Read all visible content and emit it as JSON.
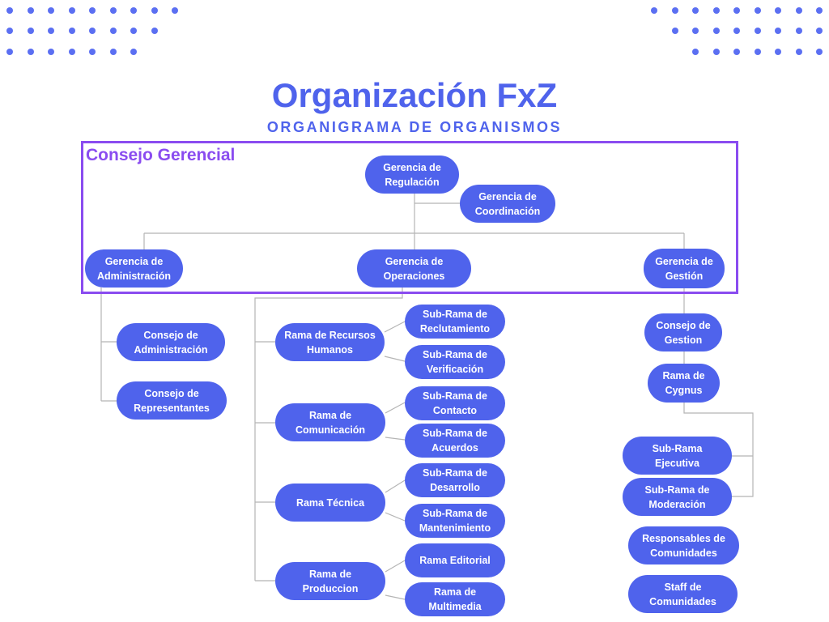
{
  "header": {
    "title": "Organización FxZ",
    "subtitle": "ORGANIGRAMA DE ORGANISMOS"
  },
  "group": {
    "label": "Consejo Gerencial"
  },
  "colors": {
    "node": "#4f63ec",
    "title": "#4f63ec",
    "group_border": "#8a4cf0",
    "connector": "#b5b5b5",
    "dots": "#5b6ff2"
  },
  "nodes": {
    "g_regulacion": {
      "label": "Gerencia de Regulación"
    },
    "g_coordinacion": {
      "label": "Gerencia de Coordinación"
    },
    "g_administracion": {
      "label": "Gerencia de Administración"
    },
    "g_operaciones": {
      "label": "Gerencia de Operaciones"
    },
    "g_gestion": {
      "label": "Gerencia de Gestión"
    },
    "c_administracion": {
      "label": "Consejo de Administración"
    },
    "c_representantes": {
      "label": "Consejo de Representantes"
    },
    "r_rrhh": {
      "label": "Rama de Recursos Humanos"
    },
    "r_comunicacion": {
      "label": "Rama de Comunicación"
    },
    "r_tecnica": {
      "label": "Rama Técnica"
    },
    "r_produccion": {
      "label": "Rama de Produccion"
    },
    "s_reclutamiento": {
      "label": "Sub-Rama de Reclutamiento"
    },
    "s_verificacion": {
      "label": "Sub-Rama de Verificación"
    },
    "s_contacto": {
      "label": "Sub-Rama de Contacto"
    },
    "s_acuerdos": {
      "label": "Sub-Rama de Acuerdos"
    },
    "s_desarrollo": {
      "label": "Sub-Rama de Desarrollo"
    },
    "s_mantenimiento": {
      "label": "Sub-Rama de Mantenimiento"
    },
    "s_editorial": {
      "label": "Rama Editorial"
    },
    "s_multimedia": {
      "label": "Rama de Multimedia"
    },
    "c_gestion": {
      "label": "Consejo de Gestion"
    },
    "r_cygnus": {
      "label": "Rama de Cygnus"
    },
    "s_ejecutiva": {
      "label": "Sub-Rama Ejecutiva"
    },
    "s_moderacion": {
      "label": "Sub-Rama de Moderación"
    },
    "responsables": {
      "label": "Responsables de Comunidades"
    },
    "staff": {
      "label": "Staff de Comunidades"
    }
  }
}
